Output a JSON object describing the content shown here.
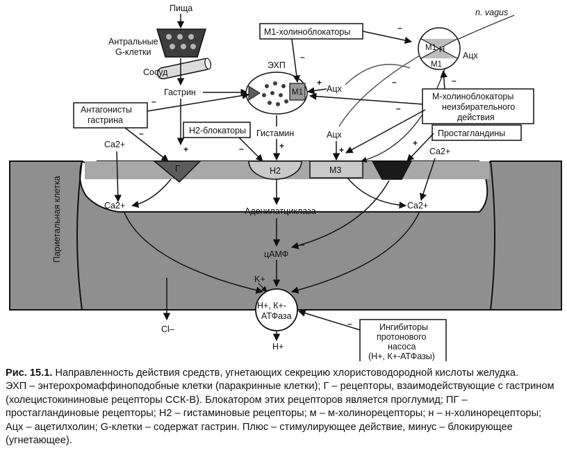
{
  "diagram": {
    "food": "Пища",
    "g_cells": [
      "Антральные",
      "G-клетки"
    ],
    "vessel": "Сосуд",
    "gastrin": "Гастрин",
    "ecl": "ЭХП",
    "m1_on_ecl": "M1",
    "ach_ecl": "Ацх",
    "m1_blockers": "М1-холиноблокаторы",
    "ganglion": {
      "m1_top": "М1",
      "n": "Н",
      "m1_bottom": "М1"
    },
    "vagus": "n. vagus",
    "ach_ganglion": "Ацх",
    "m_blockers": [
      "М-холиноблокаторы",
      "неизбирательного",
      "действия"
    ],
    "gastrin_antagonists": [
      "Антагонисты",
      "гастрина"
    ],
    "h2_blockers": "Н2-блокаторы",
    "histamine": "Гистамин",
    "ach_m3": "Ацх",
    "prostaglandins": "Простагландины",
    "ca_left_top": "Ca2+",
    "ca_right_top": "Ca2+",
    "receptor_g": "Г",
    "receptor_h2": "Н2",
    "receptor_m3": "М3",
    "receptor_pg": "ПГ",
    "cell_label": "Париетальная клетка",
    "ca_left_mid": "Ca2+",
    "ca_right_mid": "Ca2+",
    "adenylate_cyclase": "Аденилатциклаза",
    "camp": "цАМФ",
    "k_in": "K+",
    "pump": [
      "Н+, К+-",
      "АТФаза"
    ],
    "cl": "Cl–",
    "h_out": "H+",
    "ppi": [
      "Ингибиторы",
      "протонового",
      "насоса",
      "(Н+, К+-АТФазы)"
    ],
    "plus": "+",
    "minus": "–"
  },
  "caption": {
    "title": "Рис. 15.1.",
    "title_text": "Направленность действия средств, угнетающих секрецию хлористоводородной кислоты желудка.",
    "legend": "ЭХП – энтерохромаффиноподобные клетки (паракринные клетки); Г – рецепторы, взаимодействующие с гастрином (холецистокининовые рецепторы ССК-В). Блокатором этих рецепторов является проглумид; ПГ – простагландиновые рецепторы; Н2 – гистаминовые рецепторы; м – м-холинорецепторы; н – н-холинорецепторы; Ацх – ацетилхолин; G-клетки – содержат гастрин. Плюс – стимулирующее действие, минус – блокирующее (угнетающее)."
  }
}
